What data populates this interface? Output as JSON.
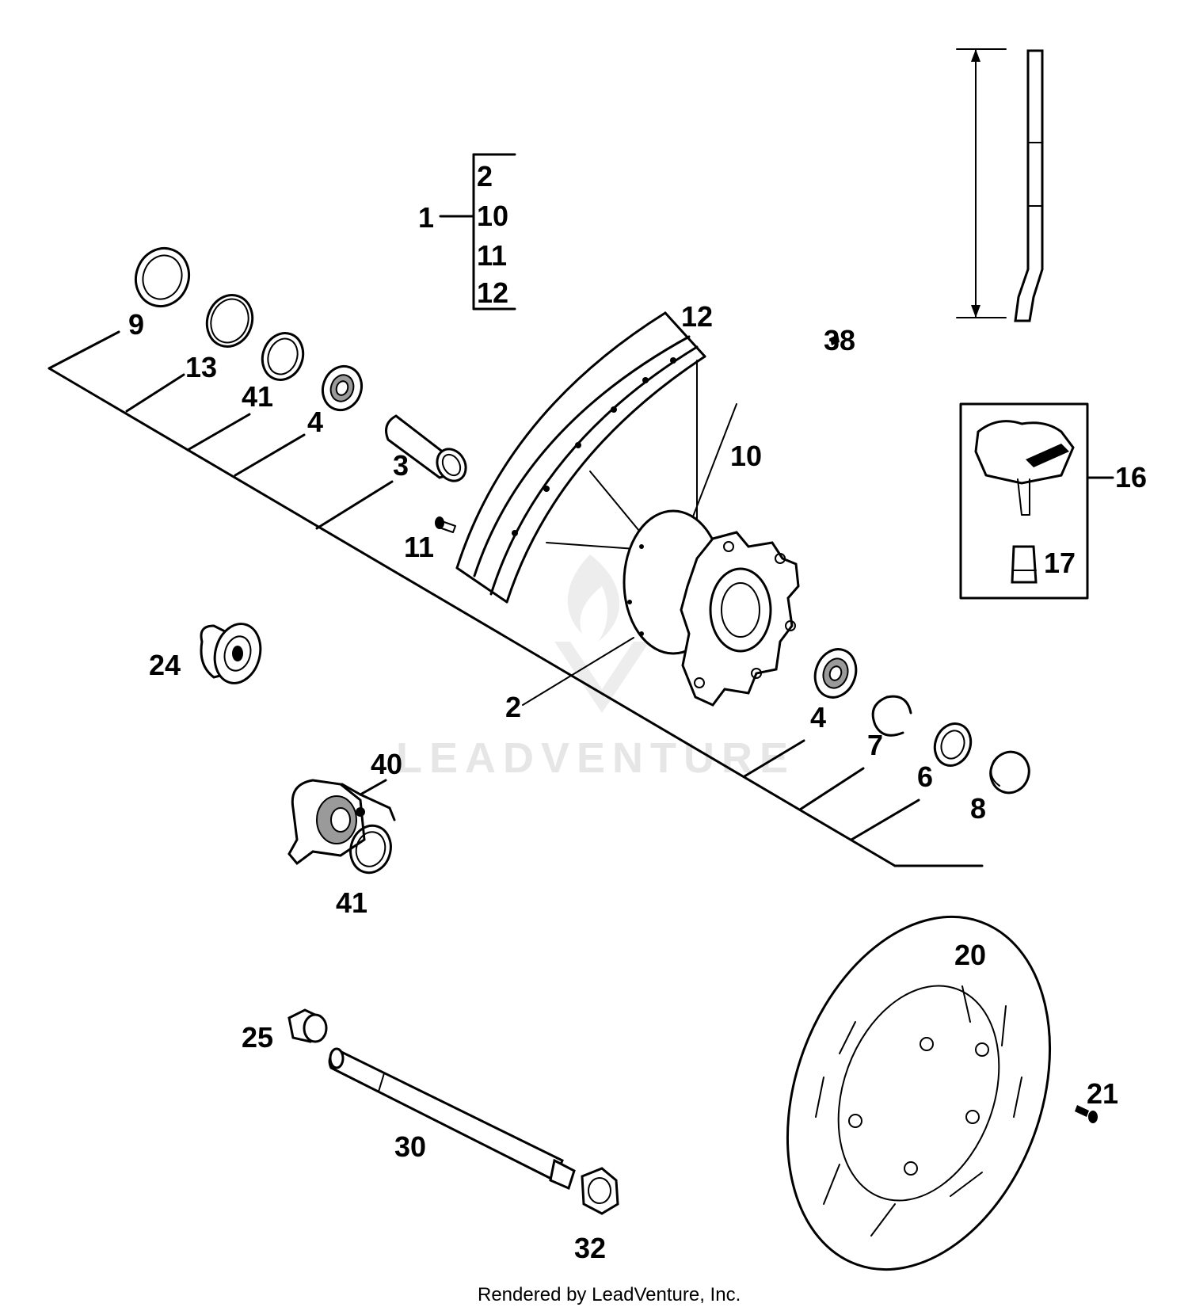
{
  "watermark": {
    "text": "LEADVENTURE"
  },
  "footer": {
    "credit": "Rendered by LeadVenture, Inc."
  },
  "assembly": {
    "main": "1",
    "members": [
      "2",
      "10",
      "11",
      "12"
    ]
  },
  "callouts": {
    "c2": "2",
    "c3": "3",
    "c4a": "4",
    "c4b": "4",
    "c6": "6",
    "c7": "7",
    "c8": "8",
    "c9": "9",
    "c10": "10",
    "c11": "11",
    "c12": "12",
    "c13": "13",
    "c16": "16",
    "c17": "17",
    "c20": "20",
    "c21": "21",
    "c24": "24",
    "c25": "25",
    "c30": "30",
    "c32": "32",
    "c38": "38",
    "c40": "40",
    "c41a": "41",
    "c41b": "41"
  }
}
